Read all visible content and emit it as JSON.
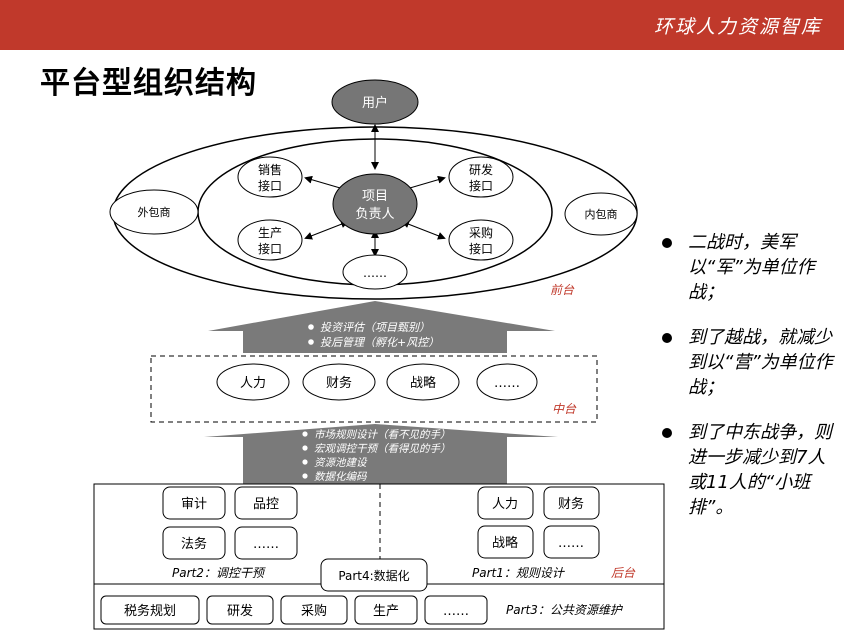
{
  "header": {
    "brand": "环球人力资源智库"
  },
  "title": "平台型组织结构",
  "diagram": {
    "user": "用户",
    "center": [
      "项目",
      "负责人"
    ],
    "interfaces": {
      "sales": [
        "销售",
        "接口"
      ],
      "rnd": [
        "研发",
        "接口"
      ],
      "production": [
        "生产",
        "接口"
      ],
      "purchase": [
        "采购",
        "接口"
      ],
      "more": "……"
    },
    "outsourcer": "外包商",
    "insourcer": "内包商",
    "front_label": "前台",
    "arrow1_items": [
      "投资评估（项目甄别）",
      "投后管理（孵化+风控）"
    ],
    "middle": {
      "items": [
        "人力",
        "财务",
        "战略",
        "……"
      ],
      "label": "中台"
    },
    "arrow2_items": [
      "市场规则设计（看不见的手）",
      "宏观调控干预（看得见的手）",
      "资源池建设",
      "数据化编码"
    ],
    "back": {
      "label": "后台",
      "part2": {
        "items": [
          "审计",
          "品控",
          "法务",
          "……"
        ],
        "label": "Part2：调控干预"
      },
      "part1": {
        "items": [
          "人力",
          "财务",
          "战略",
          "……"
        ],
        "label": "Part1：规则设计"
      },
      "part4": "Part4:数据化",
      "part3": {
        "items": [
          "税务规划",
          "研发",
          "采购",
          "生产",
          "……"
        ],
        "label": "Part3：公共资源维护"
      }
    }
  },
  "bullets": [
    "二战时，美军以“军”为单位作战；",
    "到了越战，就减少到以“营”为单位作战；",
    "到了中东战争，则进一步减少到7人或11人的“小班排”。"
  ]
}
